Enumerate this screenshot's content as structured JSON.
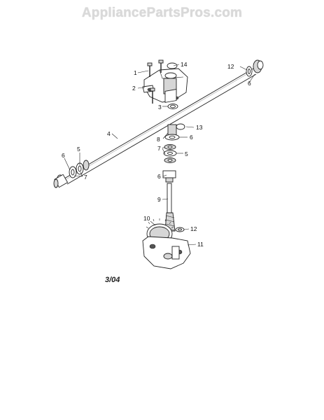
{
  "watermark": "AppliancePartsPros.com",
  "date_code": "3/04",
  "callouts": {
    "c1": "1",
    "c14": "14",
    "c2": "2",
    "c3": "3",
    "c12_top": "12",
    "c6_top_right": "6",
    "c4": "4",
    "c13": "13",
    "c8": "8",
    "c6_mid_upper": "6",
    "c7_mid": "7",
    "c5_mid": "5",
    "c6_left": "6",
    "c5_left": "5",
    "c7_left": "7",
    "c6_mid_lower": "6",
    "c9": "9",
    "c10": "10",
    "c12_lower": "12",
    "c11": "11"
  }
}
